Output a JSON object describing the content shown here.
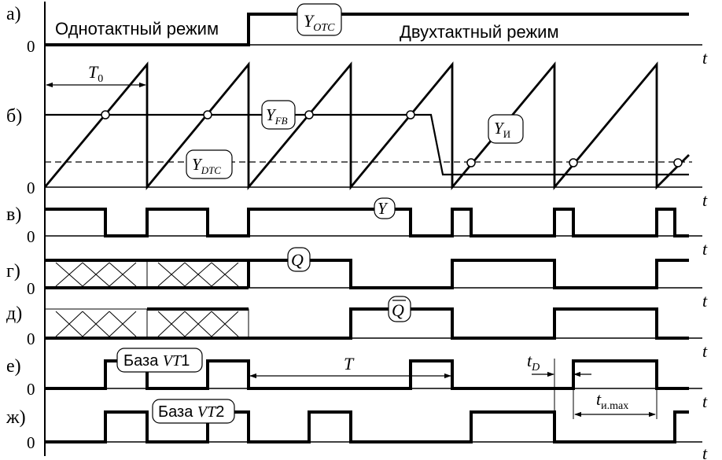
{
  "panels": {
    "a": {
      "letter": "а)",
      "zero": "0",
      "t": "t",
      "mode_single": "Однотактный режим",
      "mode_double": "Двухтактный режим",
      "y_otc_main": "Y",
      "y_otc_sub": "OTC"
    },
    "b": {
      "letter": "б)",
      "zero": "0",
      "t": "t",
      "t0_main": "T",
      "t0_sub": "0",
      "y_fb_main": "Y",
      "y_fb_sub": "FB",
      "y_dtc_main": "Y",
      "y_dtc_sub": "DTC",
      "y_i_main": "Y",
      "y_i_sub": "И"
    },
    "v": {
      "letter": "в)",
      "zero": "0",
      "t": "t",
      "signal": "Y"
    },
    "g": {
      "letter": "г)",
      "zero": "0",
      "t": "t",
      "signal": "Q"
    },
    "d": {
      "letter": "д)",
      "zero": "0",
      "t": "t",
      "signal": "Q"
    },
    "e": {
      "letter": "е)",
      "zero": "0",
      "t": "t",
      "base_prefix": "База ",
      "base_vt": "VT",
      "base_num": "1",
      "period": "T",
      "td_main": "t",
      "td_sub": "D"
    },
    "zh": {
      "letter": "ж)",
      "zero": "0",
      "t": "t",
      "base_prefix": "База ",
      "base_vt": "VT",
      "base_num": "2",
      "timax_main": "t",
      "timax_sub": "и.max"
    }
  }
}
